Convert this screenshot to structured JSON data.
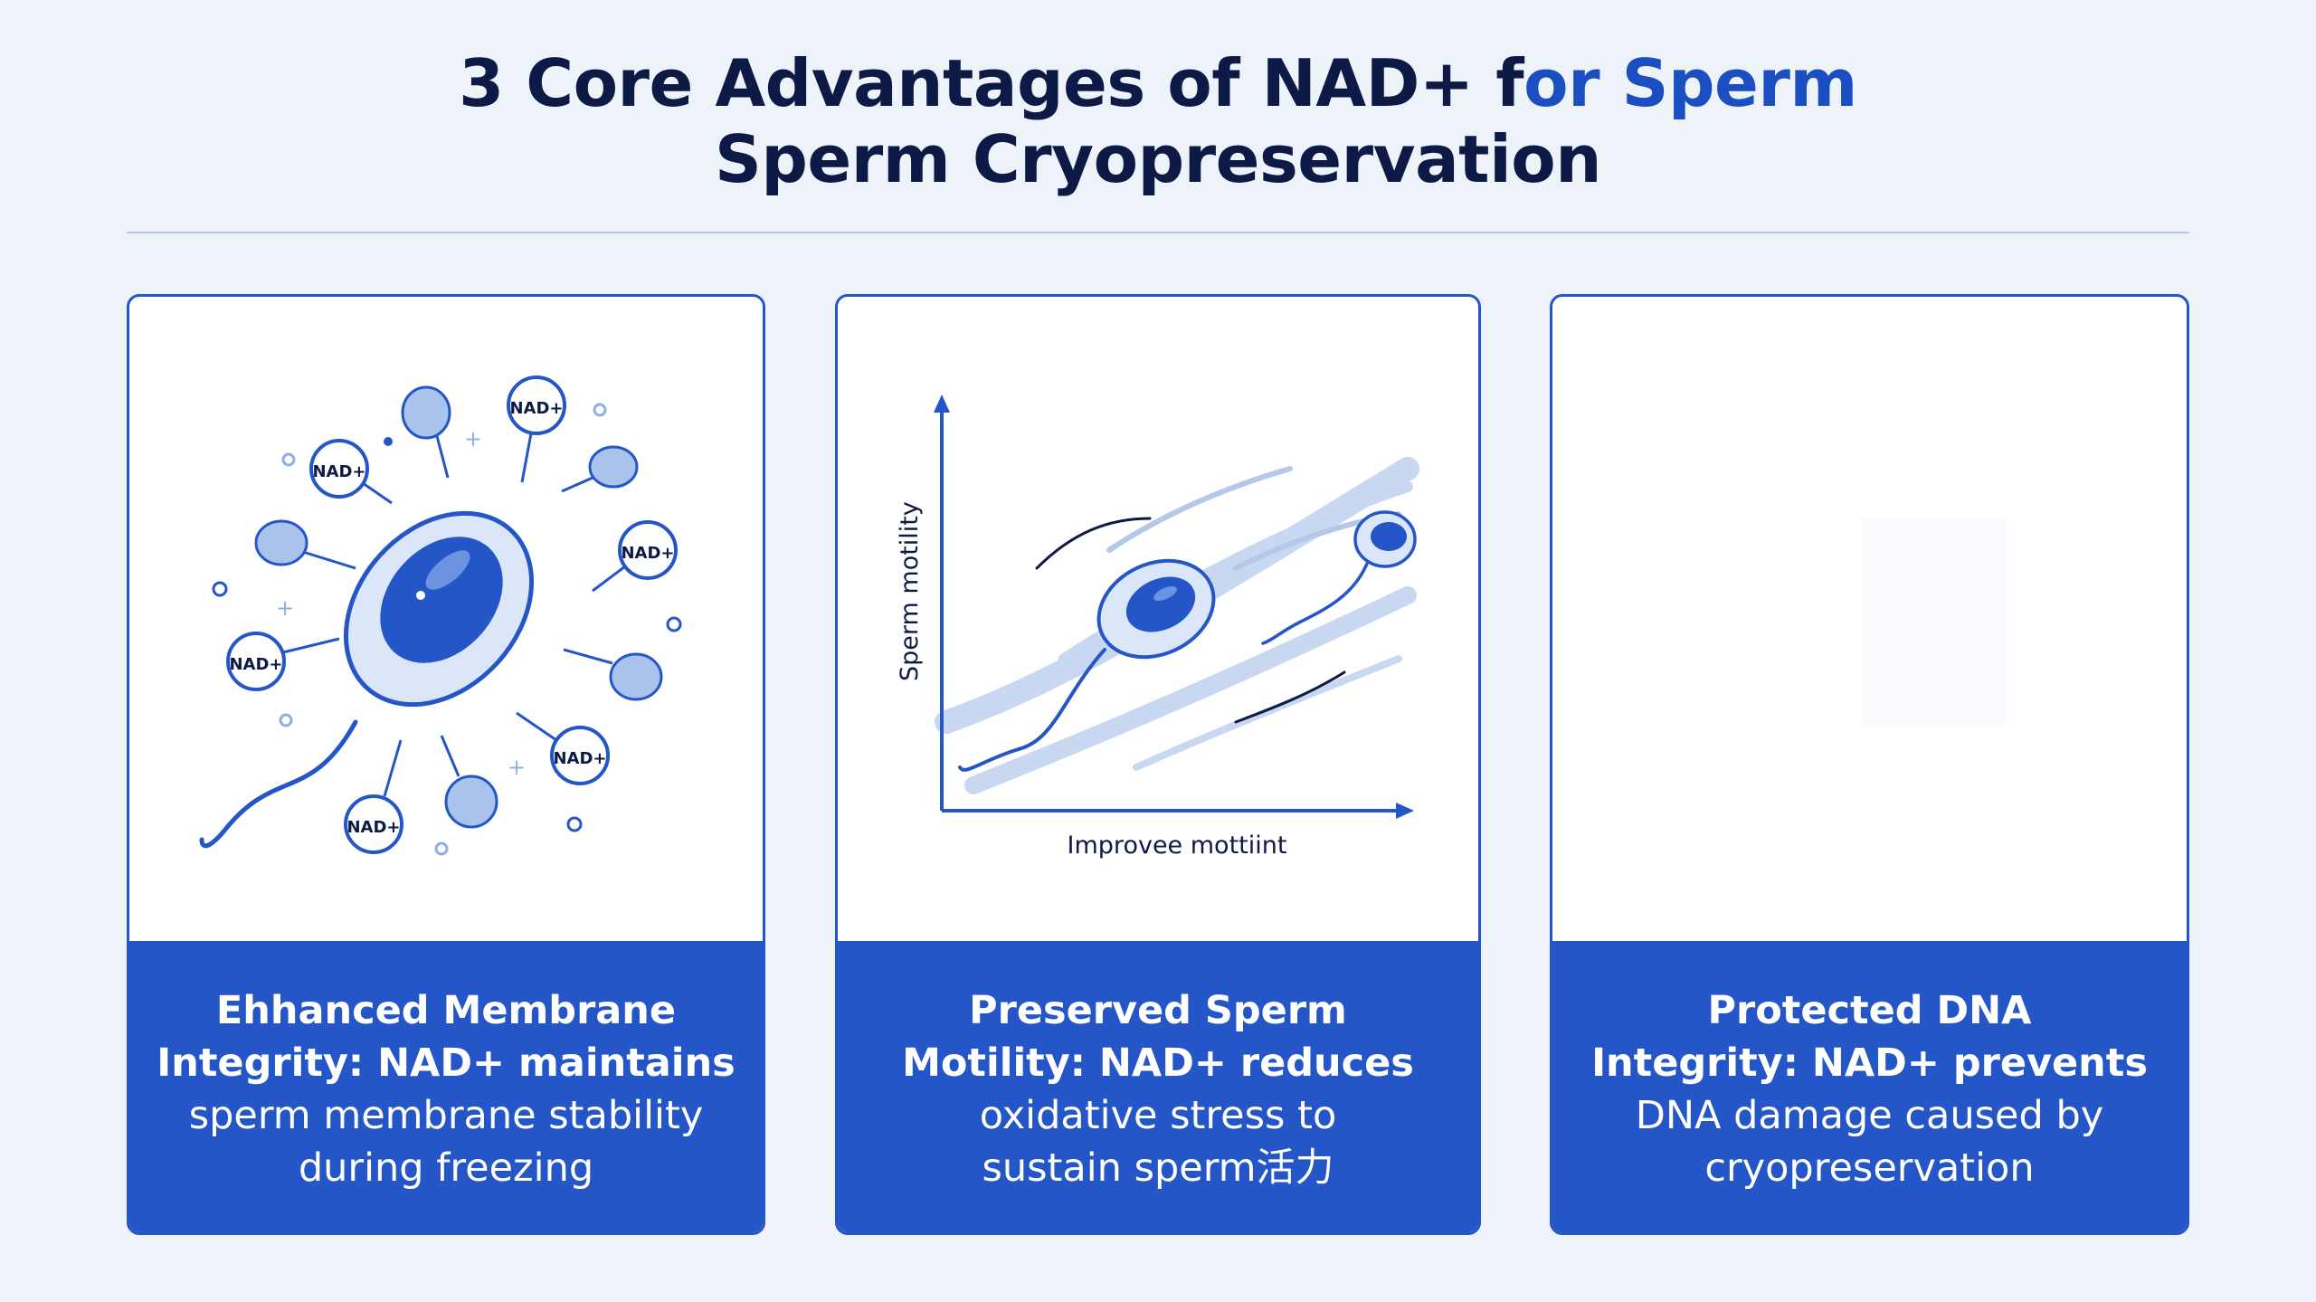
{
  "title": {
    "line1_main": "3 Core Advantages of NAD+ f",
    "line1_accent": "or Sperm",
    "line2": "Sperm Cryopreservation"
  },
  "cards": [
    {
      "illustration": {
        "molecule_label": "NAD+"
      },
      "caption": {
        "bold_lines": [
          "Ehhanced Membrane",
          "Integrity: NAD+ maintains"
        ],
        "regular_lines": [
          "sperm membrane stability",
          "during freezing"
        ]
      }
    },
    {
      "illustration": {
        "y_axis_label": "Sperm motility",
        "x_axis_label": "Improvee mottiint"
      },
      "caption": {
        "bold_lines": [
          "Preserved Sperm",
          "Motility: NAD+ reduces"
        ],
        "regular_lines": [
          "oxidative stress to",
          "sustain sperm活力"
        ]
      }
    },
    {
      "caption": {
        "bold_lines": [
          "Protected DNA",
          "Integrity: NAD+ prevents"
        ],
        "regular_lines": [
          "DNA damage caused by",
          "cryopreservation"
        ]
      }
    }
  ],
  "colors": {
    "background": "#eef3fa",
    "navy": "#0d1a45",
    "brand_blue": "#2456c7",
    "accent_blue": "#1b4fc1",
    "light_blue": "#a9c3ec"
  },
  "icons": [
    "nad-molecule-icon",
    "sperm-cell-icon",
    "small-sperm-icon",
    "sparkle-icon"
  ]
}
